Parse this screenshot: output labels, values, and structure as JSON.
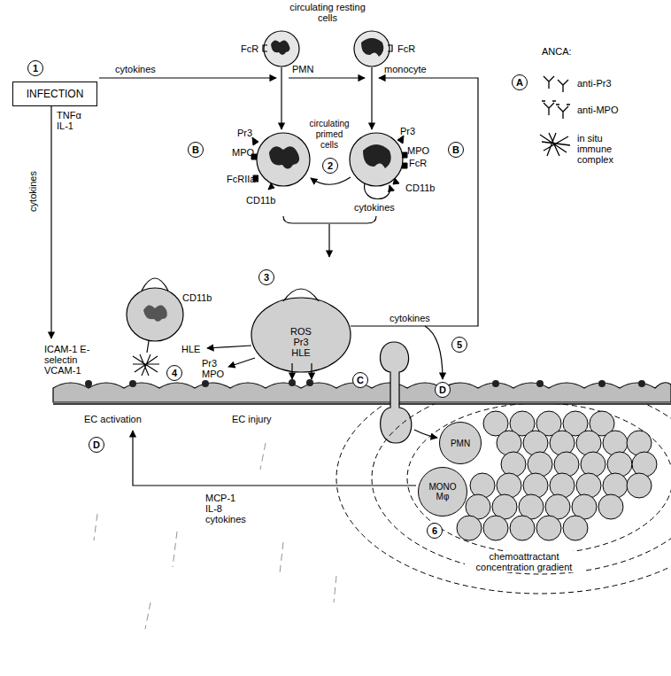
{
  "diagram": {
    "nodes": [
      {
        "text": [
          "INFECTION"
        ]
      },
      {
        "text": [
          "1"
        ]
      },
      {
        "text": [
          "A"
        ]
      },
      {
        "text": [
          "B"
        ]
      },
      {
        "text": [
          "2"
        ]
      },
      {
        "text": [
          "B"
        ]
      },
      {
        "text": [
          "3"
        ]
      },
      {
        "text": [
          "4"
        ]
      },
      {
        "text": [
          "C"
        ]
      },
      {
        "text": [
          "5"
        ]
      },
      {
        "text": [
          "D"
        ]
      },
      {
        "text": [
          "D"
        ]
      },
      {
        "text": [
          "6"
        ]
      },
      {
        "text": [
          "PMN"
        ]
      },
      {
        "text": [
          "MONO Mφ"
        ]
      }
    ],
    "labels": [
      "circulating resting cells",
      "FcR",
      "FcR",
      "cytokines",
      "PMN",
      "monocyte",
      "ANCA:",
      "TNFα IL-1",
      "cytokines",
      "Pr3",
      "MPO",
      "FcRIIa",
      "CD11b",
      "circulating primed cells",
      "Pr3",
      "MPO",
      "FcR",
      "CD11b",
      "cytokines",
      "CD11b",
      "ICAM-1 E-selectin VCAM-1",
      "HLE",
      "Pr3 MPO",
      "ROS Pr3 HLE",
      "cytokines",
      "EC activation",
      "EC injury",
      "MCP-1 IL-8 cytokines",
      "chemoattractant concentration gradient"
    ],
    "legend": [
      {
        "text": "anti-Pr3"
      },
      {
        "text": "anti-MPO"
      },
      {
        "text": "in situ immune complex"
      }
    ]
  }
}
